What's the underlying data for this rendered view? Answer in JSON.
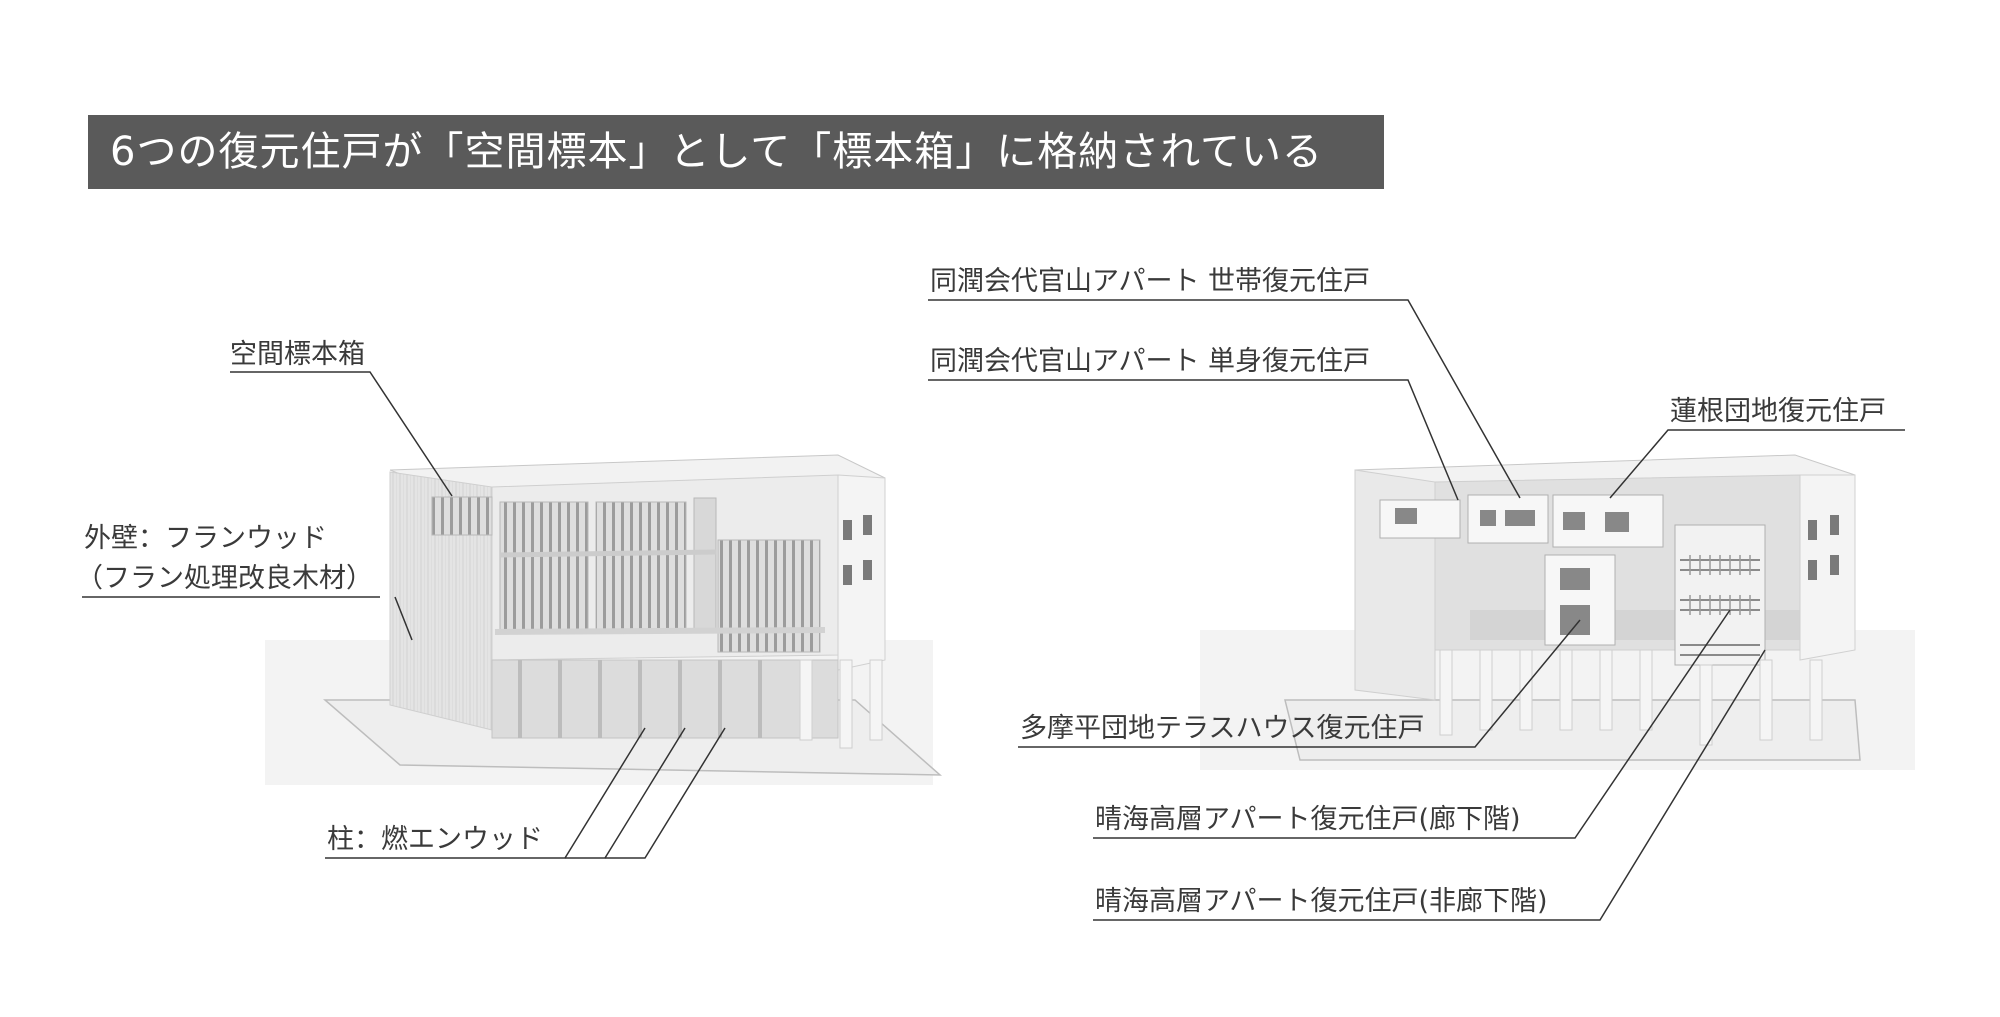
{
  "title": "6つの復元住戸が「空間標本」として「標本箱」に格納されている",
  "left_model": {
    "labels": {
      "specimen_box": "空間標本箱",
      "exterior_wall_1": "外壁：フランウッド",
      "exterior_wall_2": "（フラン処理改良木材）",
      "column": "柱：燃エンウッド"
    }
  },
  "right_model": {
    "labels": {
      "doujunkai_family": "同潤会代官山アパート 世帯復元住戸",
      "doujunkai_single": "同潤会代官山アパート 単身復元住戸",
      "hasune": "蓮根団地復元住戸",
      "tamadaira": "多摩平団地テラスハウス復元住戸",
      "harumi_corridor": "晴海高層アパート復元住戸(廊下階)",
      "harumi_non_corridor": "晴海高層アパート復元住戸(非廊下階)"
    }
  }
}
